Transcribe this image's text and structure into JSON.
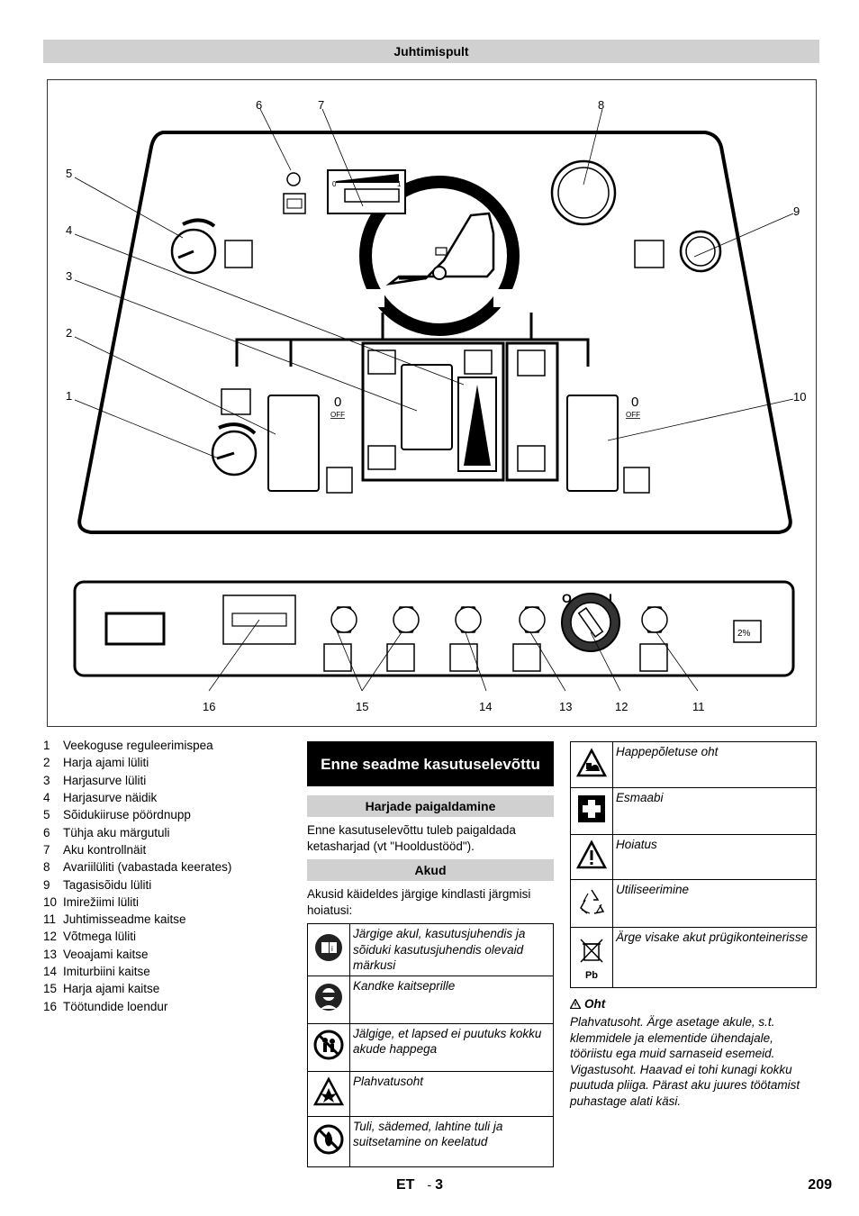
{
  "section_title": "Juhtimispult",
  "figure": {
    "callouts": [
      "1",
      "2",
      "3",
      "4",
      "5",
      "6",
      "7",
      "8",
      "9",
      "10",
      "11",
      "12",
      "13",
      "14",
      "15",
      "16"
    ],
    "off_label": "OFF",
    "zero_label": "0",
    "gauge_min": "0",
    "gauge_max": "1",
    "slope_label": "2%",
    "key_off": "O",
    "key_on": "I"
  },
  "legend": [
    {
      "num": "1",
      "text": "Veekoguse reguleerimispea"
    },
    {
      "num": "2",
      "text": "Harja ajami lüliti"
    },
    {
      "num": "3",
      "text": "Harjasurve lüliti"
    },
    {
      "num": "4",
      "text": "Harjasurve näidik"
    },
    {
      "num": "5",
      "text": "Sõidukiiruse pöördnupp"
    },
    {
      "num": "6",
      "text": "Tühja aku märgutuli"
    },
    {
      "num": "7",
      "text": "Aku kontrollnäit"
    },
    {
      "num": "8",
      "text": "Avariilüliti (vabastada keerates)"
    },
    {
      "num": "9",
      "text": "Tagasisõidu lüliti"
    },
    {
      "num": "10",
      "text": "Imirežiimi lüliti"
    },
    {
      "num": "11",
      "text": "Juhtimisseadme kaitse"
    },
    {
      "num": "12",
      "text": "Võtmega lüliti"
    },
    {
      "num": "13",
      "text": "Veoajami kaitse"
    },
    {
      "num": "14",
      "text": "Imiturbiini kaitse"
    },
    {
      "num": "15",
      "text": "Harja ajami kaitse"
    },
    {
      "num": "16",
      "text": "Töötundide loendur"
    }
  ],
  "middle": {
    "header": "Enne seadme kasutuselevõttu",
    "sub1": "Harjade paigaldamine",
    "para1": "Enne kasutuselevõttu tuleb paigaldada ketasharjad (vt \"Hooldustööd\").",
    "sub2": "Akud",
    "para2": "Akusid käideldes järgige kindlasti järgmisi hoiatusi:",
    "symbols": [
      {
        "icon": "manual-icon",
        "text": "Järgige akul, kasutusjuhendis ja sõiduki kasutusjuhendis olevaid märkusi"
      },
      {
        "icon": "goggles-icon",
        "text": "Kandke kaitseprille"
      },
      {
        "icon": "no-children-icon",
        "text": "Jälgige, et lapsed ei puutuks kokku akude happega"
      },
      {
        "icon": "explosion-icon",
        "text": "Plahvatusoht"
      },
      {
        "icon": "no-fire-icon",
        "text": "Tuli, sädemed, lahtine tuli ja suitsetamine on keelatud"
      }
    ]
  },
  "right": {
    "symbols": [
      {
        "icon": "acid-burn-icon",
        "text": "Happepõletuse oht"
      },
      {
        "icon": "first-aid-icon",
        "text": "Esmaabi"
      },
      {
        "icon": "warning-icon",
        "text": "Hoiatus"
      },
      {
        "icon": "recycle-icon",
        "text": "Utiliseerimine"
      },
      {
        "icon": "no-bin-icon",
        "text": "Ärge visake akut prügikonteinerisse",
        "sub": "Pb"
      }
    ],
    "warning_title": "Oht",
    "warning_text": "Plahvatusoht. Ärge asetage akule, s.t. klemmidele ja elementide ühendajale, tööriistu ega muid sarnaseid esemeid. Vigastusoht. Haavad ei tohi kunagi kokku puutuda pliiga. Pärast aku juures töötamist puhastage alati käsi."
  },
  "footer": {
    "lang": "ET",
    "dash": "-",
    "num": "3",
    "page": "209"
  }
}
